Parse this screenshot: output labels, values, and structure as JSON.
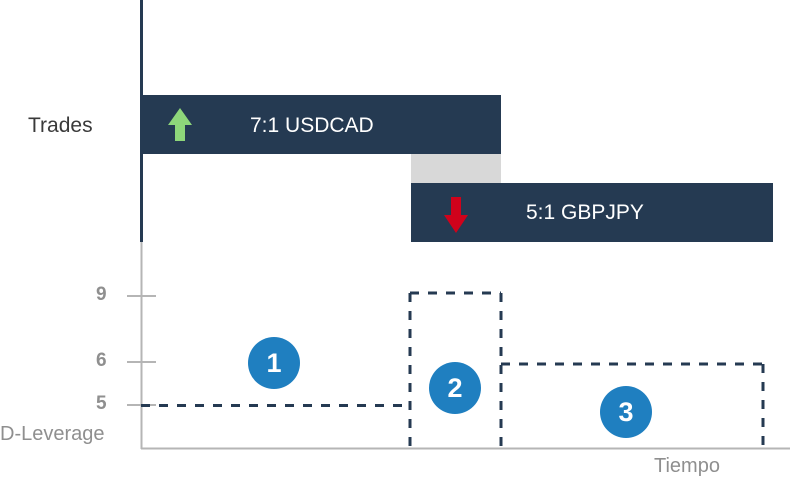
{
  "rows": {
    "trades_label": "Trades"
  },
  "trades": [
    {
      "pair": "7:1 USDCAD",
      "direction": "up",
      "arrow_color": "#8ed67a"
    },
    {
      "pair": "5:1 GBPJPY",
      "direction": "down",
      "arrow_color": "#d0021b"
    }
  ],
  "axis": {
    "y_label": "D-Leverage",
    "x_label": "Tiempo",
    "ticks": [
      "9",
      "6",
      "5"
    ]
  },
  "phases": [
    "1",
    "2",
    "3"
  ],
  "colors": {
    "trade_bar": "#253a52",
    "overlap": "#d8d8d8",
    "axis": "#b5b5b5",
    "badge": "#1f7fc0",
    "dashed_line": "#253a52"
  }
}
